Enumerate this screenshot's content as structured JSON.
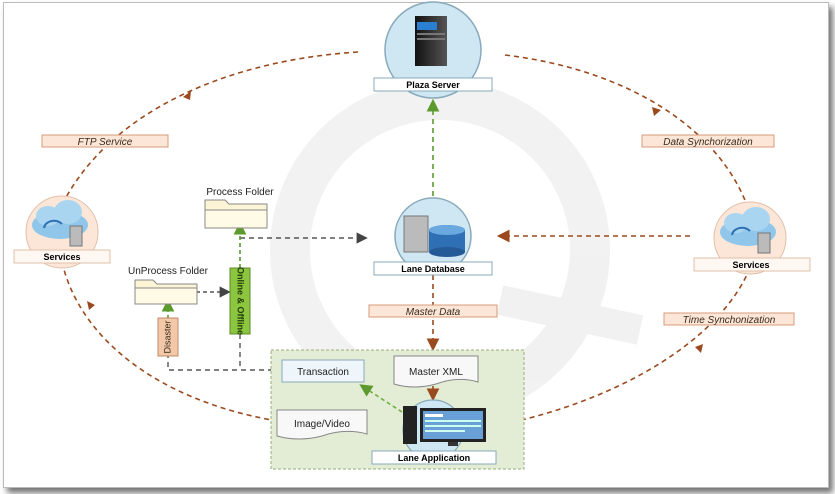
{
  "nodes": {
    "plaza_server": "Plaza Server",
    "lane_database": "Lane Database",
    "services_left": "Services",
    "services_right": "Services",
    "lane_application": "Lane Application",
    "process_folder": "Process Folder",
    "unprocess_folder": "UnProcess Folder",
    "transaction": "Transaction",
    "master_xml": "Master XML",
    "image_video": "Image/Video"
  },
  "edge_labels": {
    "ftp_service": "FTP Service",
    "data_synchronization": "Data Synchorization",
    "master_data": "Master Data",
    "time_synchronization": "Time Synchonization",
    "online_offline": "Online & Offline",
    "disaster": "Disaster"
  },
  "colors": {
    "loop_arrow": "#9a4a1e",
    "up_arrow": "#5c9a2e",
    "node_circle": "#cfe6f3",
    "label_box_fill": "#fbe6d8",
    "label_box_border": "#d89a7a",
    "app_panel": "#e3ecd4",
    "online_box": "#8cc63e",
    "disaster_box": "#f2c8a8"
  }
}
